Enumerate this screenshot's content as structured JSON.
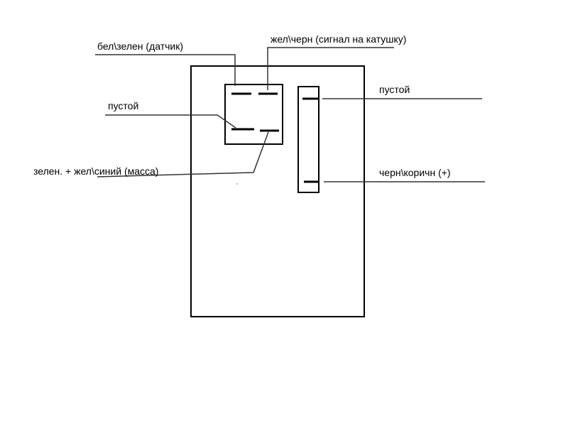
{
  "diagram": {
    "labels": {
      "top_left": "бел\\зелен (датчик)",
      "top_right": "жел\\черн (сигнал на катушку)",
      "left_middle": "пустой",
      "left_bottom": "зелен. + жел\\синий (масса)",
      "right_top": "пустой",
      "right_bottom": "черн\\коричн (+)"
    },
    "line_color": "#000000",
    "background": "#ffffff"
  }
}
